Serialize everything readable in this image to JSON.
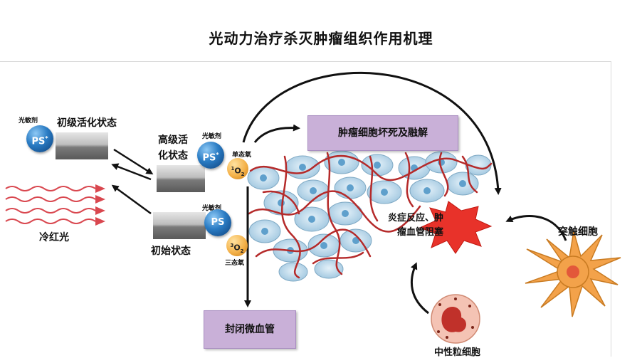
{
  "title": "光动力治疗杀灭肿瘤组织作用机理",
  "labels": {
    "cold_red_light": "冷红光",
    "primary_activated": "初级活化状态",
    "high_activated_line1": "高级活",
    "high_activated_line2": "化状态",
    "initial_state": "初始状态",
    "photosensitizer_1": "光敏剂",
    "photosensitizer_2": "光敏剂",
    "photosensitizer_3": "光敏剂",
    "singlet_oxygen": "单态氧",
    "triplet_oxygen": "三态氧",
    "ps_excited": "PS",
    "ps_star": "*",
    "ps_ground": "PS",
    "o2_singlet_sup": "1",
    "o2_triplet_sup": "3",
    "o2_text": "O",
    "o2_sub": "2",
    "tumor_necrosis": "肿瘤细胞坏死及融解",
    "inflammation_line1": "炎症反应、肿",
    "inflammation_line2": "瘤血管阻塞",
    "dendritic_cell": "突触细胞",
    "neutrophil": "中性粒细胞",
    "closed_microvessels": "封闭微血管"
  },
  "colors": {
    "box_fill": "#c9b0d8",
    "vessel": "#b52a2a",
    "cell": "#bcd9ea",
    "burst": "#e8322a",
    "light_wave": "#d9474f",
    "ps_blue": "#2a7cc4",
    "oxygen_orange": "#f4b24a",
    "dendritic": "#f3a24a",
    "neutrophil": "#f4c3b4"
  }
}
